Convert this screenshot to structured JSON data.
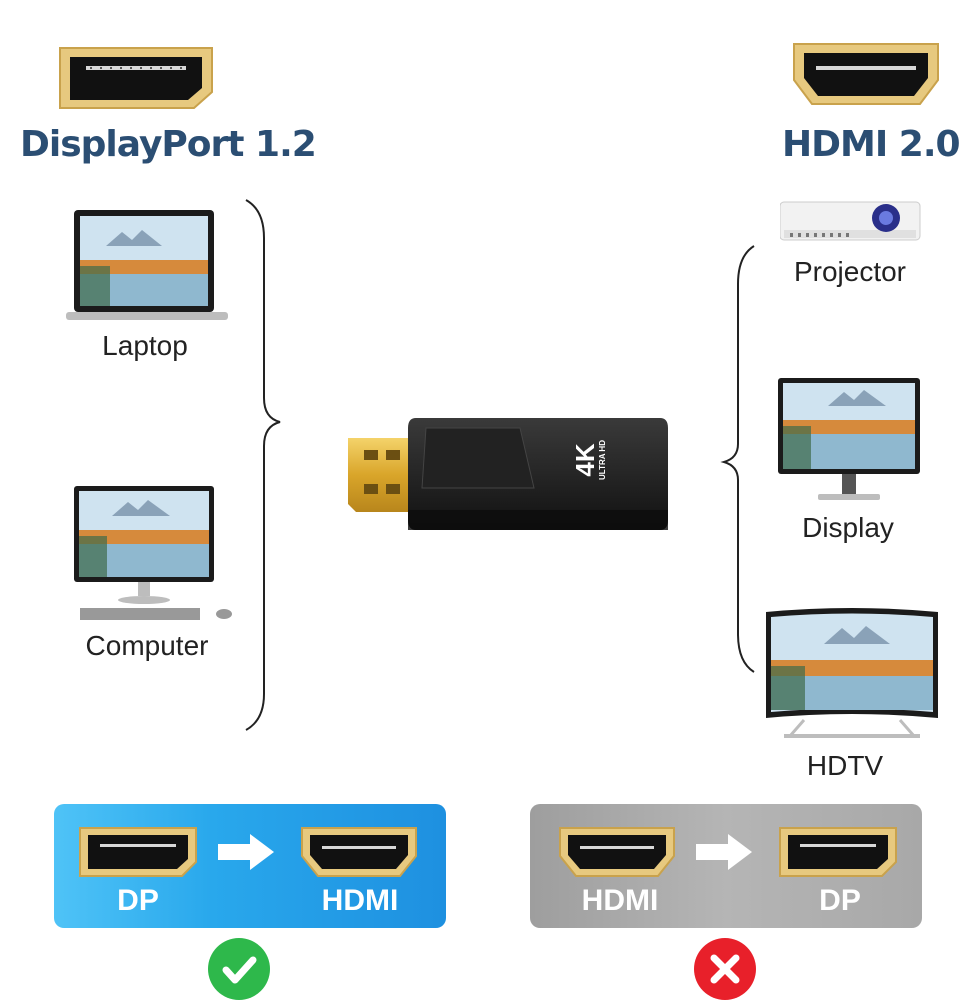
{
  "header": {
    "left_title": "DisplayPort 1.2",
    "right_title": "HDMI 2.0"
  },
  "source_devices": [
    {
      "label": "Laptop"
    },
    {
      "label": "Computer"
    }
  ],
  "target_devices": [
    {
      "label": "Projector"
    },
    {
      "label": "Display"
    },
    {
      "label": "HDTV"
    }
  ],
  "adapter": {
    "badge_main": "4K",
    "badge_sub": "ULTRA HD"
  },
  "supported": {
    "from": "DP",
    "to": "HDMI",
    "status_icon": "checkmark-icon",
    "color": "#2eb84b"
  },
  "unsupported": {
    "from": "HDMI",
    "to": "DP",
    "status_icon": "cross-icon",
    "color": "#e8202a"
  }
}
